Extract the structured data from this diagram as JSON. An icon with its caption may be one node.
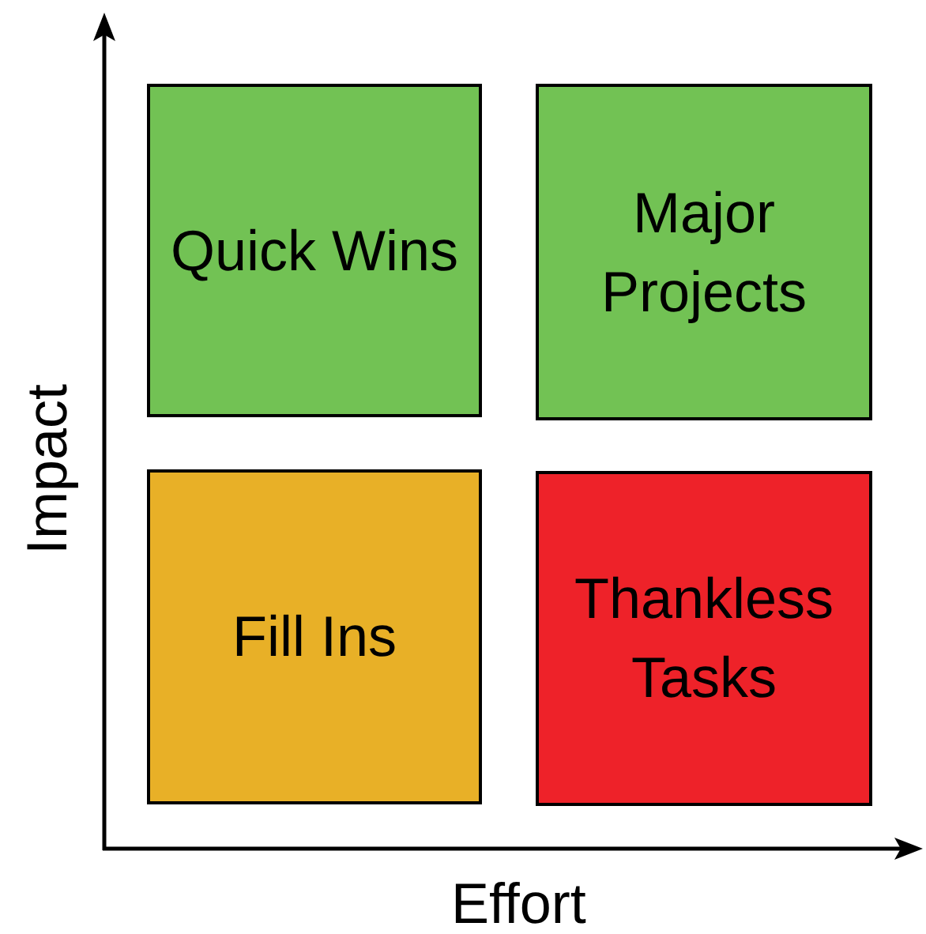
{
  "diagram": {
    "nodes": [
      {
        "text": [
          "Quick Wins"
        ]
      },
      {
        "text": [
          "Major Projects"
        ]
      },
      {
        "text": [
          "Fill Ins"
        ]
      },
      {
        "text": [
          "Thankless Tasks"
        ]
      }
    ],
    "labels": [
      "Impact",
      "Effort"
    ]
  }
}
